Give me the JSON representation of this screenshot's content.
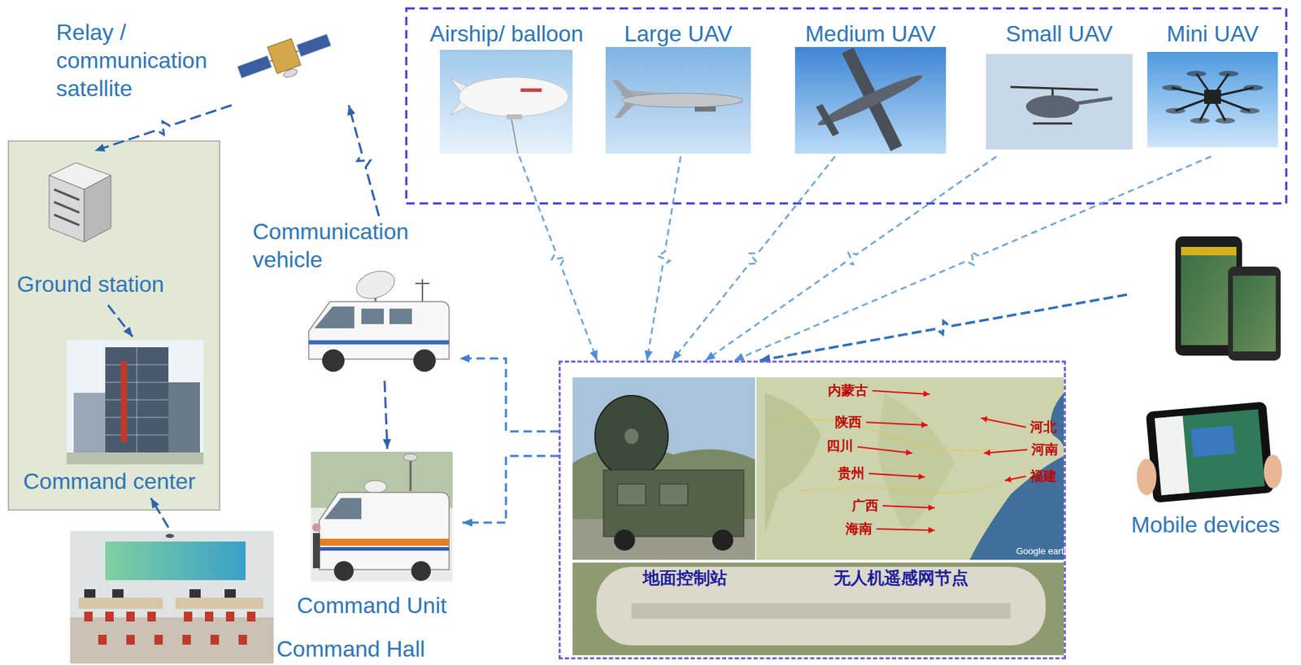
{
  "diagram": {
    "nodes": [
      {
        "text": [
          "Relay / communication satellite"
        ]
      },
      {
        "text": [
          "Airship/ balloon"
        ]
      },
      {
        "text": [
          "Large UAV"
        ]
      },
      {
        "text": [
          "Medium UAV"
        ]
      },
      {
        "text": [
          "Small UAV"
        ]
      },
      {
        "text": [
          "Mini UAV"
        ]
      },
      {
        "text": [
          "Ground station"
        ]
      },
      {
        "text": [
          "Communication vehicle"
        ]
      },
      {
        "text": [
          "Command center"
        ]
      },
      {
        "text": [
          "Mobile devices"
        ]
      },
      {
        "text": [
          "地面控制站",
          "无人机遥感网节点"
        ]
      },
      {
        "text": [
          "Command Unit"
        ]
      },
      {
        "text": [
          "Command Hall"
        ]
      }
    ],
    "edges": [
      {
        "from": 0,
        "to": 6,
        "arrow": "to"
      },
      {
        "from": 6,
        "to": 8,
        "arrow": "to"
      },
      {
        "from": 12,
        "to": 8,
        "arrow": "to"
      },
      {
        "from": 7,
        "to": 0,
        "arrow": "to"
      },
      {
        "from": 7,
        "to": 11,
        "arrow": "to"
      },
      {
        "from": 10,
        "to": 7,
        "arrow": "to"
      },
      {
        "from": 10,
        "to": 11,
        "arrow": "to"
      },
      {
        "from": 1,
        "to": 10,
        "arrow": "to"
      },
      {
        "from": 2,
        "to": 10,
        "arrow": "to"
      },
      {
        "from": 3,
        "to": 10,
        "arrow": "to"
      },
      {
        "from": 4,
        "to": 10,
        "arrow": "to"
      },
      {
        "from": 5,
        "to": 10,
        "arrow": "to"
      },
      {
        "from": 9,
        "to": 10,
        "arrow": "to"
      }
    ],
    "labels": [
      "内蒙古",
      "陕西",
      "河北",
      "四川",
      "河南",
      "贵州",
      "福建",
      "广西",
      "海南",
      "Google earth"
    ]
  }
}
